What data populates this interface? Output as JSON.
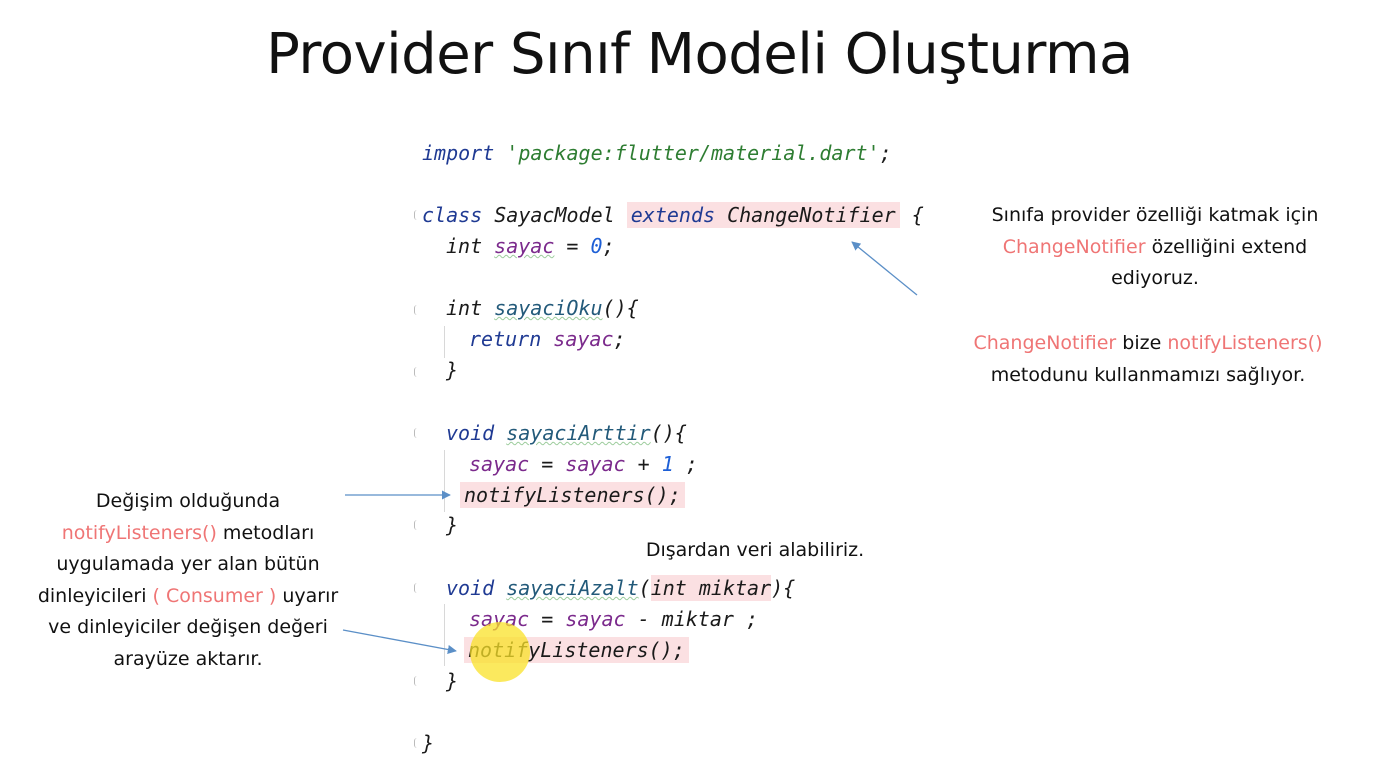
{
  "slide": {
    "title": "Provider Sınıf Modeli Oluşturma"
  },
  "code": {
    "import_kw": "import",
    "import_str": "'package:flutter/material.dart'",
    "semi": ";",
    "class_kw": "class",
    "class_name": "SayacModel",
    "extends_clause": "extends ChangeNotifier",
    "open_brace": "{",
    "close_brace": "}",
    "int_kw": "int",
    "sayac_var": "sayac",
    "assign_eq": " = ",
    "zero": "0",
    "oku_name": "sayaciOku",
    "parens_brace": "(){",
    "return_kw": "return",
    "void_kw": "void",
    "arttir_name": "sayaciArttir",
    "plus_expr": " = ",
    "plus_op": " + ",
    "one": "1",
    "space_semi": " ;",
    "notify_call": "notifyListeners();",
    "azalt_name": "sayaciAzalt",
    "open_paren": "(",
    "param": "int miktar",
    "close_paren_brace": "){",
    "minus_rest": " - miktar ;"
  },
  "notes": {
    "right_line1": "Sınıfa provider özelliği katmak için",
    "right_cn": "ChangeNotifier",
    "right_line2_rest": " özelliğini extend",
    "right_line3": "ediyoruz.",
    "right2_cn": "ChangeNotifier",
    "right2_mid": " bize ",
    "right2_nl": "notifyListeners()",
    "right2_line2": "metodunu kullanmamızı sağlıyor.",
    "middle": "Dışardan veri alabiliriz.",
    "left_line1": "Değişim olduğunda",
    "left_nl": "notifyListeners()",
    "left_line2_rest": " metodları",
    "left_line3": "uygulamada yer alan bütün",
    "left_line4a": "dinleyicileri ",
    "left_consumer": "( Consumer )",
    "left_line4b": " uyarır",
    "left_line5": "ve dinleyiciler değişen değeri",
    "left_line6": "arayüze aktarır."
  },
  "colors": {
    "highlight": "#fbe0e2",
    "note_accent": "#ef7575",
    "arrow": "#5b8fc7",
    "cursor": "#fae128"
  }
}
